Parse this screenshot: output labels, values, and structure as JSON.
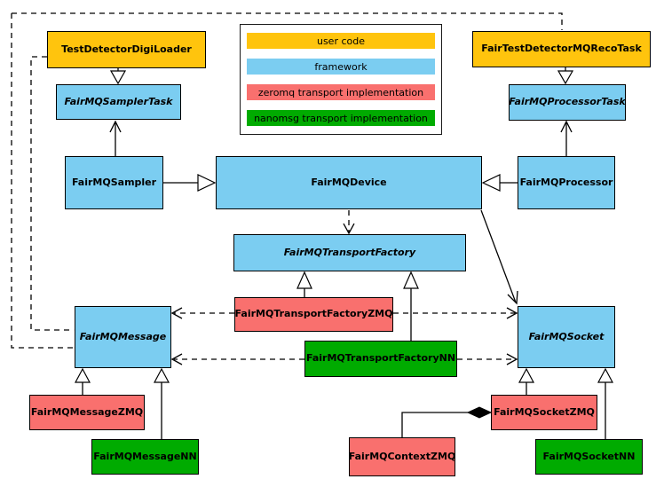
{
  "colors": {
    "user": "#FFC40D",
    "framework": "#7BCDF1",
    "zeromq": "#F9706E",
    "nanomsg": "#00AB00"
  },
  "legend": {
    "items": [
      {
        "label": "user code",
        "color_key": "user"
      },
      {
        "label": "framework",
        "color_key": "framework"
      },
      {
        "label": "zeromq transport implementation",
        "color_key": "zeromq"
      },
      {
        "label": "nanomsg transport implementation",
        "color_key": "nanomsg"
      }
    ]
  },
  "nodes": {
    "digiloader": {
      "label": "TestDetectorDigiLoader",
      "category": "user"
    },
    "samplertask": {
      "label": "FairMQSamplerTask",
      "category": "framework",
      "abstract": true
    },
    "recotask": {
      "label": "FairTestDetectorMQRecoTask",
      "category": "user"
    },
    "processortask": {
      "label": "FairMQProcessorTask",
      "category": "framework",
      "abstract": true
    },
    "sampler": {
      "label": "FairMQSampler",
      "category": "framework"
    },
    "device": {
      "label": "FairMQDevice",
      "category": "framework"
    },
    "processor": {
      "label": "FairMQProcessor",
      "category": "framework"
    },
    "transportfactory": {
      "label": "FairMQTransportFactory",
      "category": "framework",
      "abstract": true
    },
    "transportfactoryzmq": {
      "label": "FairMQTransportFactoryZMQ",
      "category": "zeromq"
    },
    "transportfactorynn": {
      "label": "FairMQTransportFactoryNN",
      "category": "nanomsg"
    },
    "message": {
      "label": "FairMQMessage",
      "category": "framework",
      "abstract": true
    },
    "messagezmq": {
      "label": "FairMQMessageZMQ",
      "category": "zeromq"
    },
    "messagenn": {
      "label": "FairMQMessageNN",
      "category": "nanomsg"
    },
    "socket": {
      "label": "FairMQSocket",
      "category": "framework",
      "abstract": true
    },
    "socketzmq": {
      "label": "FairMQSocketZMQ",
      "category": "zeromq"
    },
    "socketnn": {
      "label": "FairMQSocketNN",
      "category": "nanomsg"
    },
    "contextzmq": {
      "label": "FairMQContextZMQ",
      "category": "zeromq"
    }
  }
}
